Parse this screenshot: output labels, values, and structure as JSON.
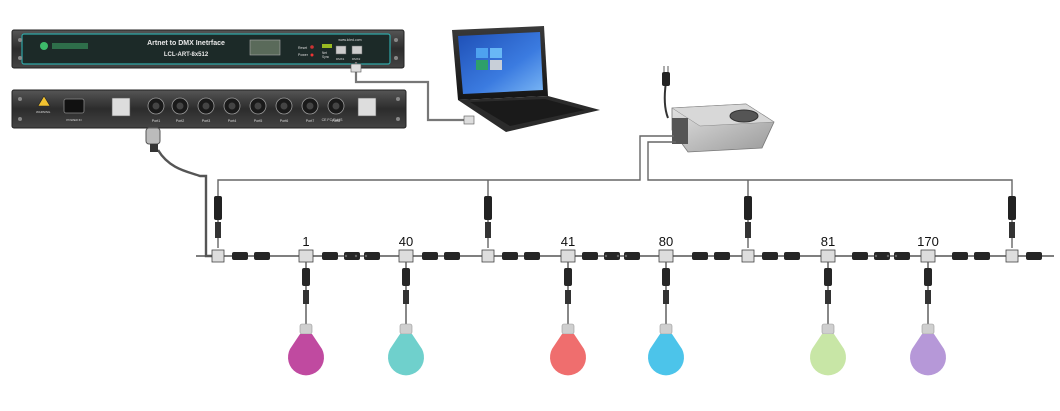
{
  "front_panel": {
    "title": "Artnet to DMX Inetrface",
    "model": "LCL-ART-8x512",
    "url": "www.lcled.com",
    "reset_label": "Reset",
    "power_label": "Power",
    "net_label": "Net",
    "sync_label": "Sync",
    "dmx1_label": "DMX1",
    "dmx2_label": "DMX2"
  },
  "back_panel": {
    "warning_label": "WARNING",
    "power_label": "POWER IN",
    "ports": [
      "Port1",
      "Port2",
      "Port3",
      "Port4",
      "Port5",
      "Port6",
      "Port7",
      "Port8"
    ],
    "cert_label": "CE FC RoHS"
  },
  "address_labels": [
    "1",
    "40",
    "41",
    "80",
    "81",
    "170"
  ],
  "bulbs": [
    {
      "color": "#c04aa0"
    },
    {
      "color": "#6fd0cc"
    },
    {
      "color": "#ef6e6e"
    },
    {
      "color": "#4cc4ea"
    },
    {
      "color": "#c8e6a6"
    },
    {
      "color": "#b698d8"
    }
  ],
  "colors": {
    "rack_body": "#3b3b3b",
    "rack_face": "#1f2e2c",
    "rack_accent": "#2fa6a6",
    "wire": "#666666",
    "connector": "#2a2a2a"
  }
}
